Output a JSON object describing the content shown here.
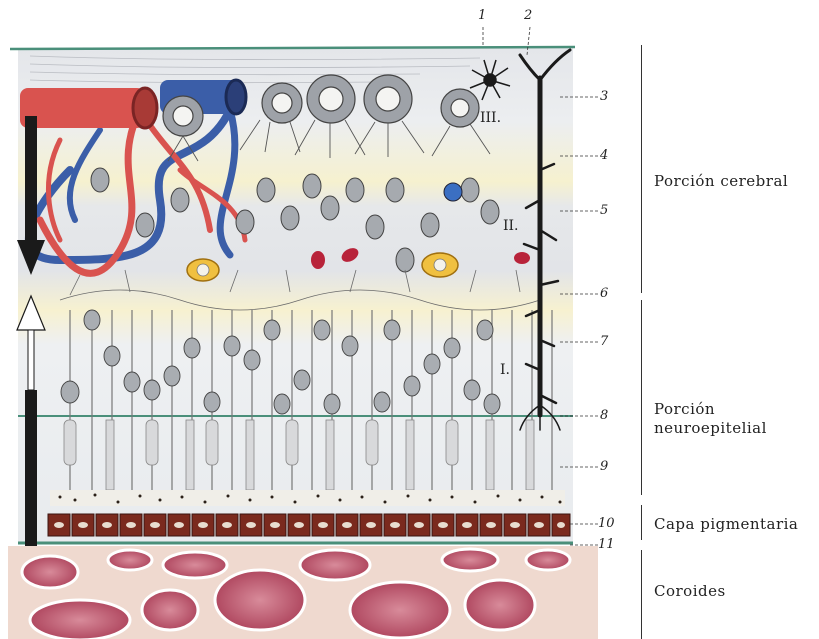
{
  "layer_numbers": [
    "1",
    "2",
    "3",
    "4",
    "5",
    "6",
    "7",
    "8",
    "9",
    "10",
    "11"
  ],
  "roman_numerals": [
    "III.",
    "II.",
    "I."
  ],
  "regions": [
    {
      "lines": [
        "Porción cerebral"
      ]
    },
    {
      "lines": [
        "Porción",
        "neuroepitelial"
      ]
    },
    {
      "lines": [
        "Capa pigmentaria"
      ]
    },
    {
      "lines": [
        "Coroides"
      ]
    }
  ],
  "colors": {
    "membrane": "#4a8f7a",
    "artery": "#d9534f",
    "vein": "#3b5ea8",
    "pigment": "#7a2a1e",
    "choroid": "#c85a6e",
    "glia": "#1a1a1a",
    "inner_band": "#f5efc8"
  },
  "icons": [
    "downward-arrow-icon",
    "upward-arrow-icon",
    "artery-vessel",
    "vein-vessel",
    "muller-glial-cell",
    "astrocyte"
  ]
}
